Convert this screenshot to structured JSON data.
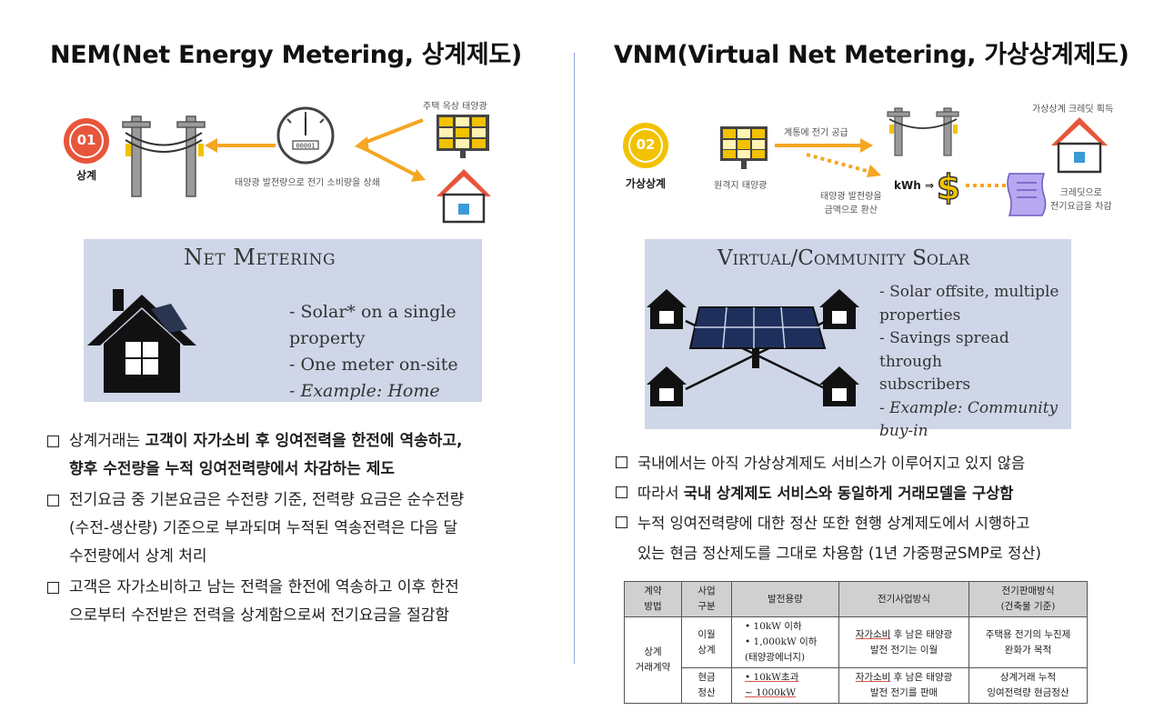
{
  "left": {
    "title": "NEM(Net Energy Metering, 상계제도)",
    "badge_number": "01",
    "badge_label": "상계",
    "rooftop_label": "주택 옥상 태양광",
    "offset_label": "태양광 발전량으로 전기 소비량을 상쇄",
    "panel": {
      "heading": "Net Metering",
      "lines": [
        "- Solar* on a single",
        "property",
        "- One meter on-site",
        "- Example: Home"
      ]
    },
    "bullets": [
      {
        "prefix": "상계거래는 ",
        "bold": "고객이 자가소비 후 잉여전력을 한전에 역송하고,",
        "line2": "향후 수전량을 누적 잉여전력량에서 차감하는 제도"
      },
      {
        "line1": "전기요금 중 기본요금은 수전량 기준, 전력량 요금은 순수전량",
        "line2": "(수전-생산량) 기준으로 부과되며 누적된 역송전력은 다음 달",
        "line3": "수전량에서 상계 처리"
      },
      {
        "line1": "고객은 자가소비하고 남는 전력을 한전에 역송하고 이후 한전",
        "line2": "으로부터 수전받은 전력을 상계함으로써 전기요금을 절감함"
      }
    ]
  },
  "right": {
    "title": "VNM(Virtual Net Metering, 가상상계제도)",
    "badge_number": "02",
    "badge_label": "가상상계",
    "remote_label": "원격지 태양광",
    "grid_label": "계통에 전기 공급",
    "convert_label_1": "태양광 발전량을",
    "convert_label_2": "금액으로 환산",
    "kwh_label": "kWh ⇒",
    "credit_label": "가상상계 크레딧 획득",
    "deduct_label_1": "크레딧으로",
    "deduct_label_2": "전기요금을 차감",
    "panel": {
      "heading": "Virtual/Community Solar",
      "lines": [
        "- Solar offsite, multiple",
        "properties",
        "- Savings spread through",
        "subscribers",
        "- Example: Community",
        "buy-in"
      ]
    },
    "bullets": [
      {
        "line1": "국내에서는 아직 가상상계제도 서비스가 이루어지고 있지 않음"
      },
      {
        "prefix": "따라서 ",
        "bold": "국내 상계제도 서비스와 동일하게 거래모델을 구상함"
      },
      {
        "line1": "누적 잉여전력량에 대한 정산 또한 현행 상계제도에서 시행하고",
        "line2": "있는 현금 정산제도를 그대로 차용함 (1년 가중평균SMP로 정산)"
      }
    ],
    "table": {
      "headers": [
        "계약\n방법",
        "사업\n구분",
        "발전용량",
        "전기사업방식",
        "전기판매방식\n(건축물 기준)"
      ],
      "contract": "상계\n거래계약",
      "rows": [
        {
          "type": "이월\n상계",
          "cap": [
            "10kW 이하",
            "1,000kW 이하\n(태양광에너지)"
          ],
          "biz_u": "자가소비",
          "biz": " 후 남은 태양광\n발전 전기는 이월",
          "sale": "주택용 전기의 누진제\n완화가 목적"
        },
        {
          "type": "현금\n정산",
          "cap": [
            "10kW초과\n~ 1000kW"
          ],
          "biz_u": "자가소비",
          "biz": " 후 남은 태양광\n발전 전기를 판매",
          "sale": "상계거래 누적\n잉여전력량 현금정산"
        }
      ]
    }
  },
  "colors": {
    "orange": "#f5a623",
    "red_orange": "#e8553a",
    "yellow": "#f2c200",
    "panel_bg": "#cfd6e8",
    "divider": "#8faad6",
    "navy": "#1f2f5c"
  }
}
